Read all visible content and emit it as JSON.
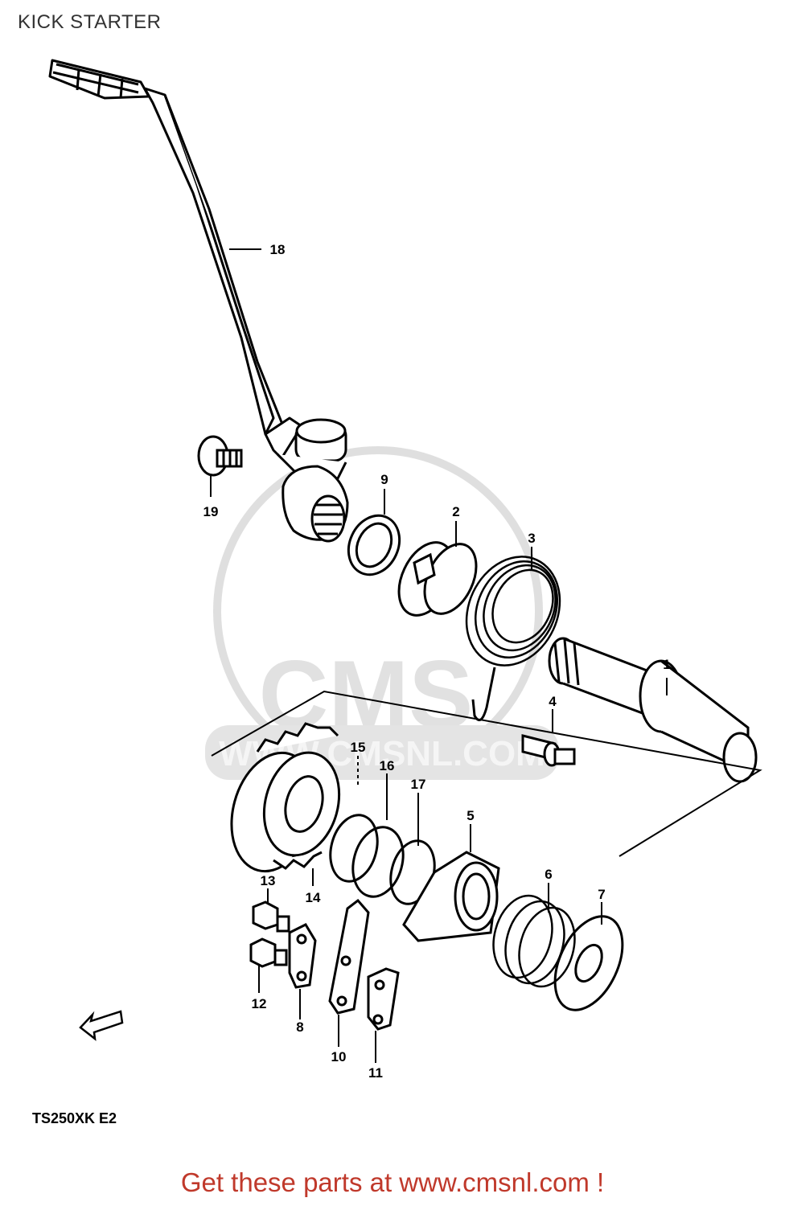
{
  "page": {
    "title": "KICK STARTER"
  },
  "diagram": {
    "model_code": "TS250XK E2",
    "watermark": "WWW.CMSNL.COM",
    "watermark_logo": "CMS",
    "parts": [
      {
        "num": "1"
      },
      {
        "num": "2"
      },
      {
        "num": "3"
      },
      {
        "num": "4"
      },
      {
        "num": "5"
      },
      {
        "num": "6"
      },
      {
        "num": "7"
      },
      {
        "num": "8"
      },
      {
        "num": "9"
      },
      {
        "num": "10"
      },
      {
        "num": "11"
      },
      {
        "num": "12"
      },
      {
        "num": "13"
      },
      {
        "num": "14"
      },
      {
        "num": "15"
      },
      {
        "num": "16"
      },
      {
        "num": "17"
      },
      {
        "num": "18"
      },
      {
        "num": "19"
      }
    ]
  },
  "footer": {
    "cta_text": "Get these parts at www.cmsnl.com !"
  },
  "colors": {
    "cta": "#c0392b",
    "line": "#000000",
    "watermark": "#d9d9d9"
  }
}
